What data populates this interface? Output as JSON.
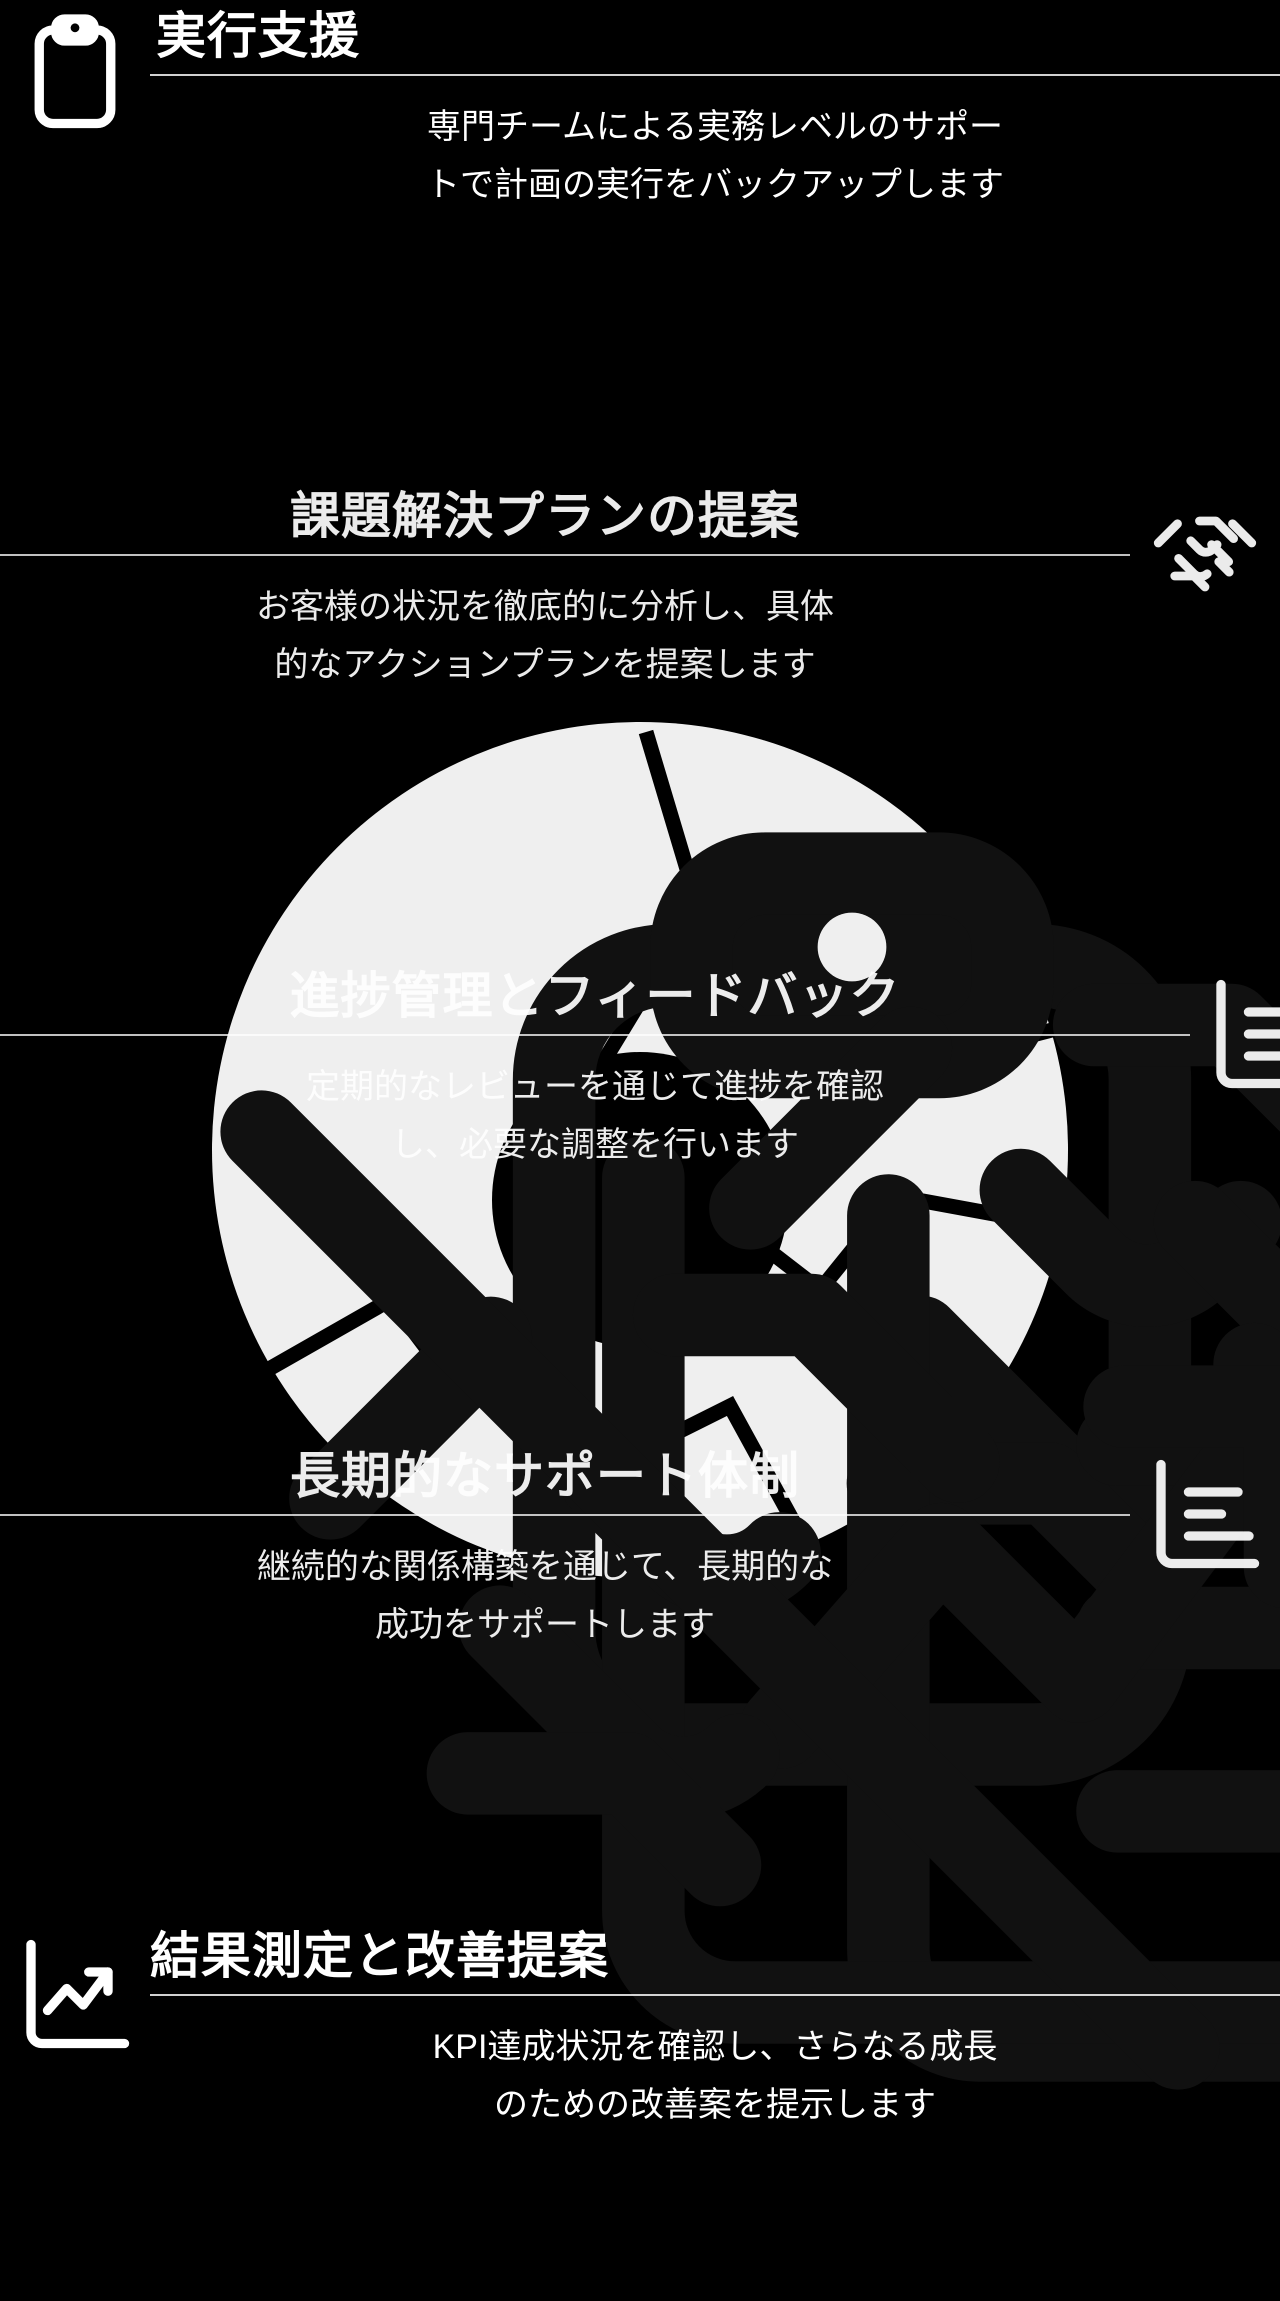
{
  "theme": {
    "background": "#000000",
    "wheel_segment": "#efefef",
    "wheel_divider": "#000000",
    "wheel_hub": "#000000",
    "text": "#ffffff",
    "rule": "rgba(255,255,255,0.82)"
  },
  "diagram": {
    "name": "five-step-process-wheel",
    "segments": [
      {
        "icon": "clipboard-icon",
        "label_ref": "cards.0"
      },
      {
        "icon": "handshake-icon",
        "label_ref": "cards.1"
      },
      {
        "icon": "bar-chart-icon",
        "label_ref": "cards.2"
      },
      {
        "icon": "line-chart-icon",
        "label_ref": "cards.3"
      },
      {
        "icon": "handshake-off-icon",
        "label_ref": "cards.4"
      }
    ]
  },
  "cards": [
    {
      "id": "card-1",
      "icon": "clipboard-icon",
      "title": "実行支援",
      "line1": "専門チームによる実務レベルのサポー",
      "line2": "トで計画の実行をバックアップします"
    },
    {
      "id": "card-2",
      "icon": "handshake-icon",
      "title": "課題解決プランの提案",
      "line1": "お客様の状況を徹底的に分析し、具体",
      "line2": "的なアクションプランを提案します"
    },
    {
      "id": "card-3",
      "icon": "bar-chart-icon",
      "title": "進捗管理とフィードバック",
      "line1": "定期的なレビューを通じて進捗を確認",
      "line2": "し、必要な調整を行います"
    },
    {
      "id": "card-4",
      "icon": "bar-chart-icon",
      "title": "長期的なサポート体制",
      "line1": "継続的な関係構築を通じて、長期的な",
      "line2": "成功をサポートします"
    },
    {
      "id": "card-5",
      "icon": "line-chart-icon",
      "title": "結果測定と改善提案",
      "line1": "KPI達成状況を確認し、さらなる成長",
      "line2": "のための改善案を提示します"
    }
  ]
}
